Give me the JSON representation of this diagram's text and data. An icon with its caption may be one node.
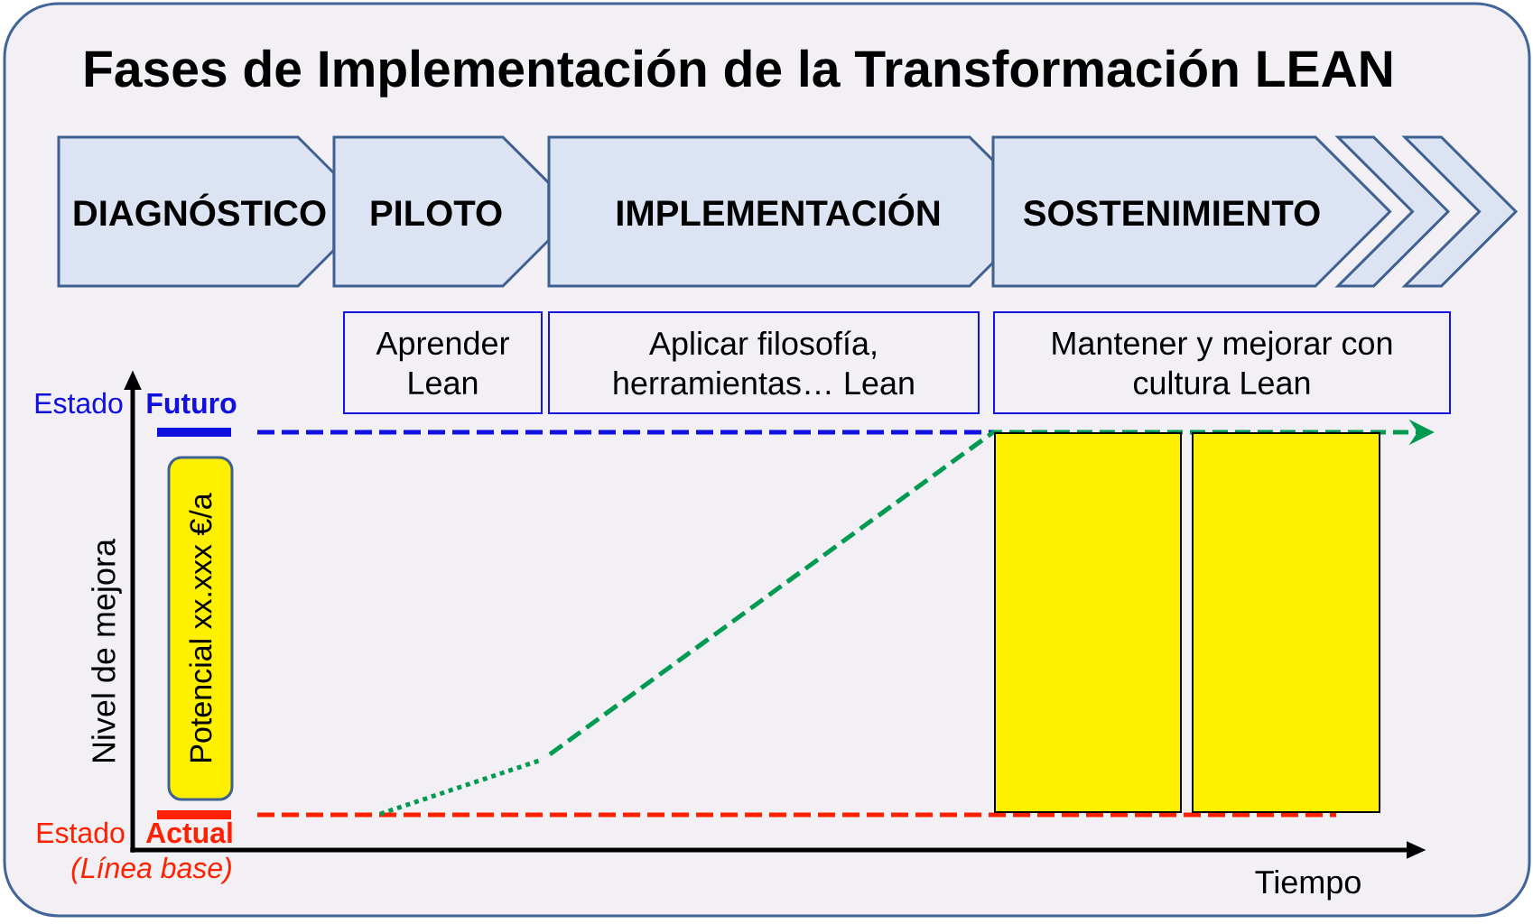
{
  "diagram": {
    "title": "Fases de Implementación de la Transformación LEAN",
    "nodes": [
      {
        "text": [
          "DIAGNÓSTICO"
        ]
      },
      {
        "text": [
          "PILOTO"
        ]
      },
      {
        "text": [
          "IMPLEMENTACIÓN"
        ]
      },
      {
        "text": [
          "SOSTENIMIENTO"
        ]
      },
      {
        "text": [],
        "shape": "chevron"
      },
      {
        "text": [],
        "shape": "chevron"
      },
      {
        "text": [
          "Aprender Lean"
        ]
      },
      {
        "text": [
          "Aplicar filosofía, herramientas… Lean"
        ]
      },
      {
        "text": [
          "Mantener y mejorar con cultura Lean"
        ]
      },
      {
        "text": [
          "Potencial xx.xxx €/a"
        ]
      },
      {
        "text": [],
        "shape": "box"
      },
      {
        "text": [],
        "shape": "box"
      }
    ],
    "labels": [
      "Estado",
      "Futuro",
      "Nivel de mejora",
      "Estado",
      "Actual",
      "(Línea base)",
      "Tiempo"
    ]
  }
}
